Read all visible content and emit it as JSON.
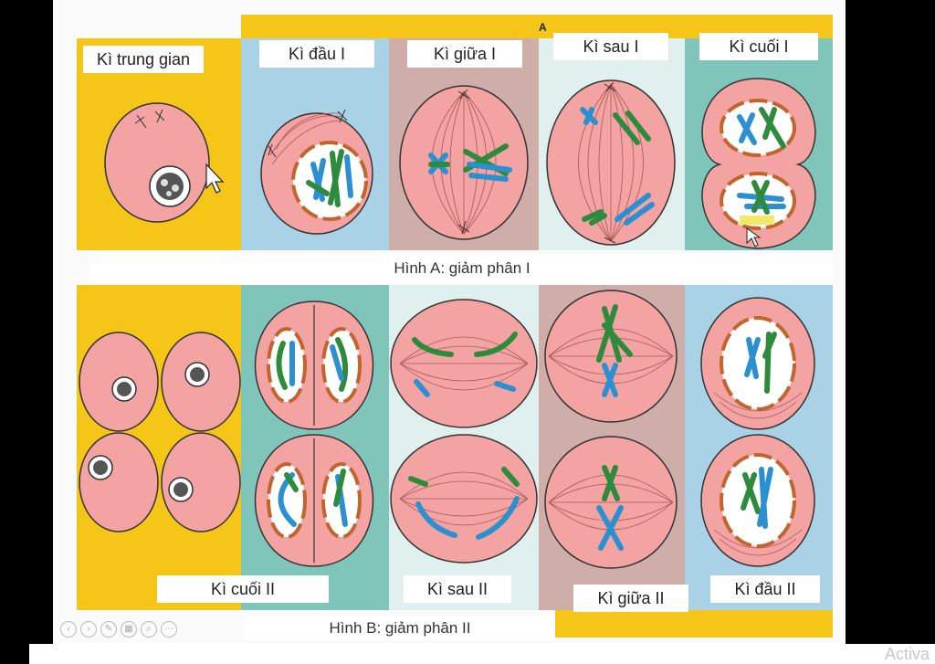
{
  "diagram": {
    "top_marker": "A",
    "row_a_stages": [
      {
        "label": "Kì trung gian"
      },
      {
        "label": "Kì đầu I"
      },
      {
        "label": "Kì giữa I"
      },
      {
        "label": "Kì sau I"
      },
      {
        "label": "Kì cuối I"
      }
    ],
    "caption_a": "Hình A: giảm phân I",
    "row_b_stages": [
      {
        "label": "Kì cuối II"
      },
      {
        "label": "Kì sau II"
      },
      {
        "label": "Kì giữa II"
      },
      {
        "label": "Kì đầu II"
      }
    ],
    "caption_b": "Hình B: giảm phân II"
  },
  "watermark": "Activa",
  "colors": {
    "yellow": "#f5c518",
    "blue_bg": "#a9d2e6",
    "mauve_bg": "#cfaea9",
    "mint_bg": "#dff0ee",
    "teal_bg": "#7fc5b9",
    "cell_pink": "#f4a3a3",
    "green_chromo": "#2e8b3e",
    "blue_chromo": "#2c8fd0",
    "membrane": "#c0652d"
  },
  "icons": [
    "cursor-icon",
    "presentation-controls"
  ]
}
